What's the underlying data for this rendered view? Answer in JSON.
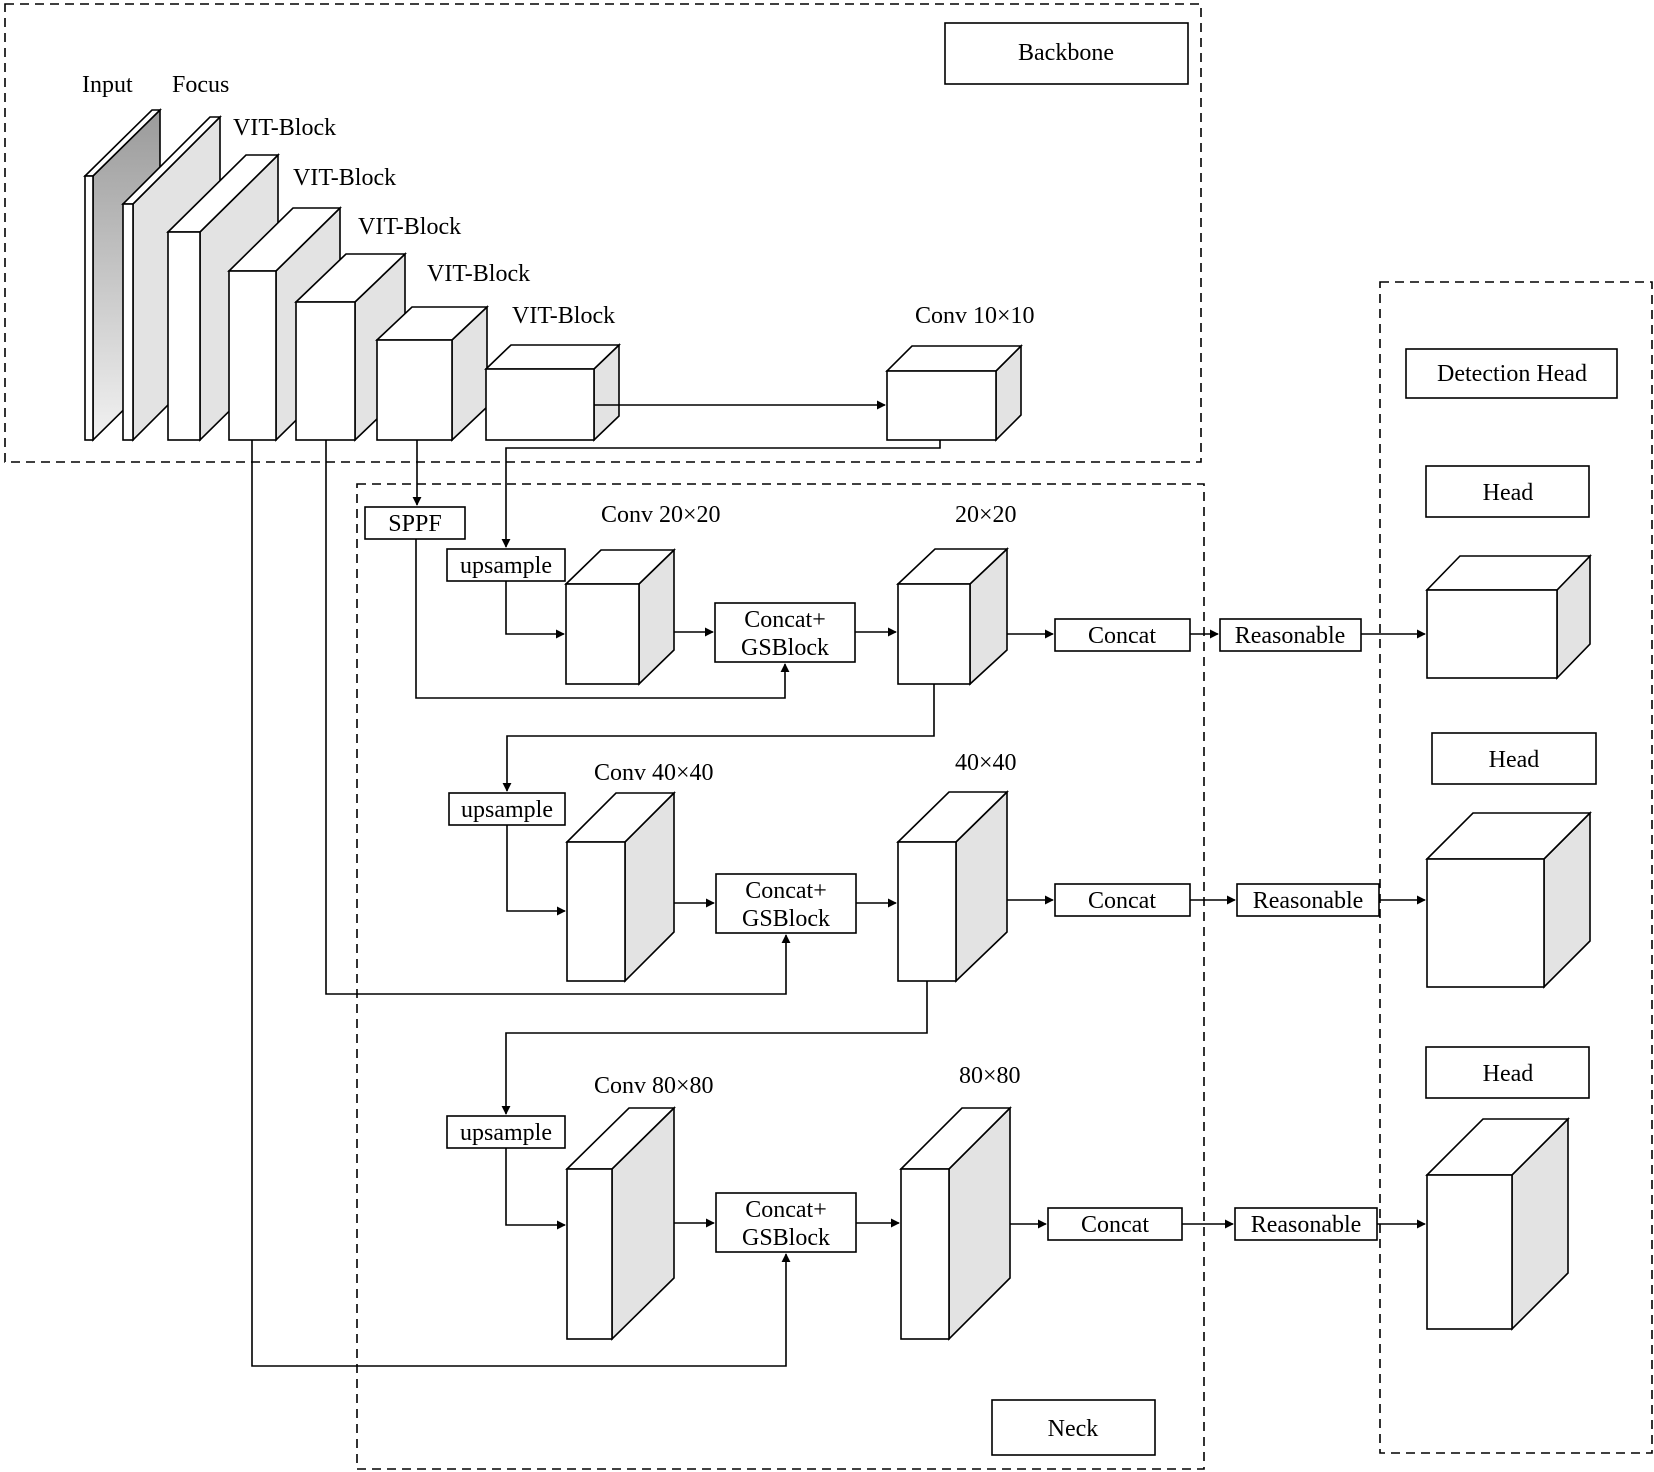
{
  "sections": {
    "backbone": "Backbone",
    "neck": "Neck",
    "detection_head": "Detection Head"
  },
  "backbone_labels": {
    "input": "Input",
    "focus": "Focus",
    "vit_block": "VIT-Block",
    "conv_10": "Conv 10×10"
  },
  "neck_labels": {
    "sppf": "SPPF",
    "upsample": "upsample",
    "conv_20": "Conv 20×20",
    "out_20": "20×20",
    "conv_40": "Conv 40×40",
    "out_40": "40×40",
    "conv_80": "Conv 80×80",
    "out_80": "80×80",
    "concat_gs_line1": "Concat+",
    "concat_gs_line2": "GSBlock",
    "concat": "Concat",
    "reasonable": "Reasonable"
  },
  "head_labels": {
    "head": "Head"
  }
}
